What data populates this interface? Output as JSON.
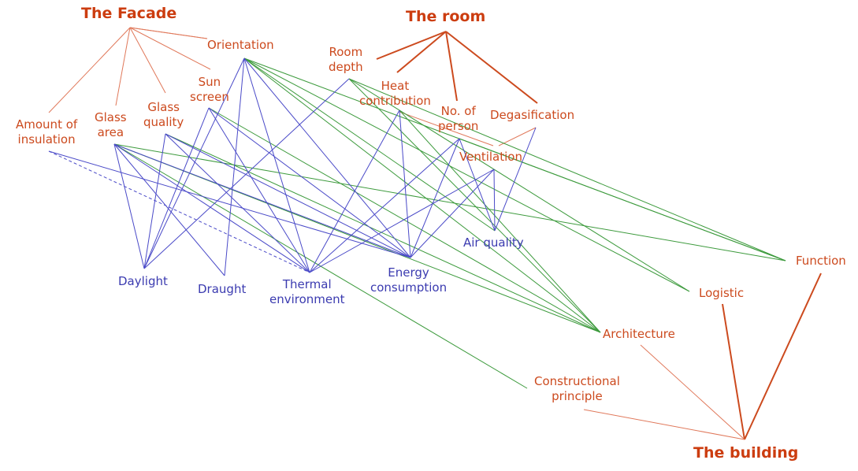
{
  "colors": {
    "facade_edge": "#e0785a",
    "room_edge": "#cc4a1e",
    "building_edge": "#cc4a1e",
    "green_edge": "#3c9a3c",
    "blue_edge": "#4a4ac8",
    "orange_text": "#cc4a1e",
    "blue_text": "#3b3bb0",
    "group_text": "#cc3d10"
  },
  "groups": {
    "facade": "The Facade",
    "room": "The room",
    "building": "The building"
  },
  "nodes": {
    "amount_insulation": [
      "Amount of",
      "insulation"
    ],
    "glass_area": [
      "Glass",
      "area"
    ],
    "glass_quality": [
      "Glass",
      "quality"
    ],
    "sun_screen": [
      "Sun",
      "screen"
    ],
    "orientation": [
      "Orientation"
    ],
    "room_depth": [
      "Room",
      "depth"
    ],
    "heat_contribution": [
      "Heat",
      "contribution"
    ],
    "no_person": [
      "No. of",
      "person"
    ],
    "degasification": [
      "Degasification"
    ],
    "ventilation": [
      "Ventilation"
    ],
    "daylight": [
      "Daylight"
    ],
    "draught": [
      "Draught"
    ],
    "thermal_environment": [
      "Thermal",
      "environment"
    ],
    "energy_consumption": [
      "Energy",
      "consumption"
    ],
    "air_quality": [
      "Air quality"
    ],
    "function": [
      "Function"
    ],
    "logistic": [
      "Logistic"
    ],
    "architecture": [
      "Architecture"
    ],
    "constructional_principle": [
      "Constructional",
      "principle"
    ]
  }
}
